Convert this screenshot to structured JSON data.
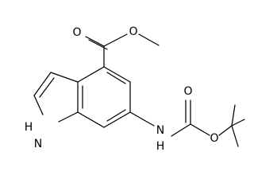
{
  "molecule": {
    "atoms": {
      "carbonyl_o_top": "O",
      "ester_o": "O",
      "indole_nh": "H",
      "indole_n": "N",
      "carbamate_n": "N",
      "carbamate_h": "H",
      "carbamate_carbonyl_o": "O",
      "carbamate_o": "O"
    },
    "colors": {
      "bond": "#000000",
      "label": "#000000",
      "background": "#ffffff"
    }
  }
}
